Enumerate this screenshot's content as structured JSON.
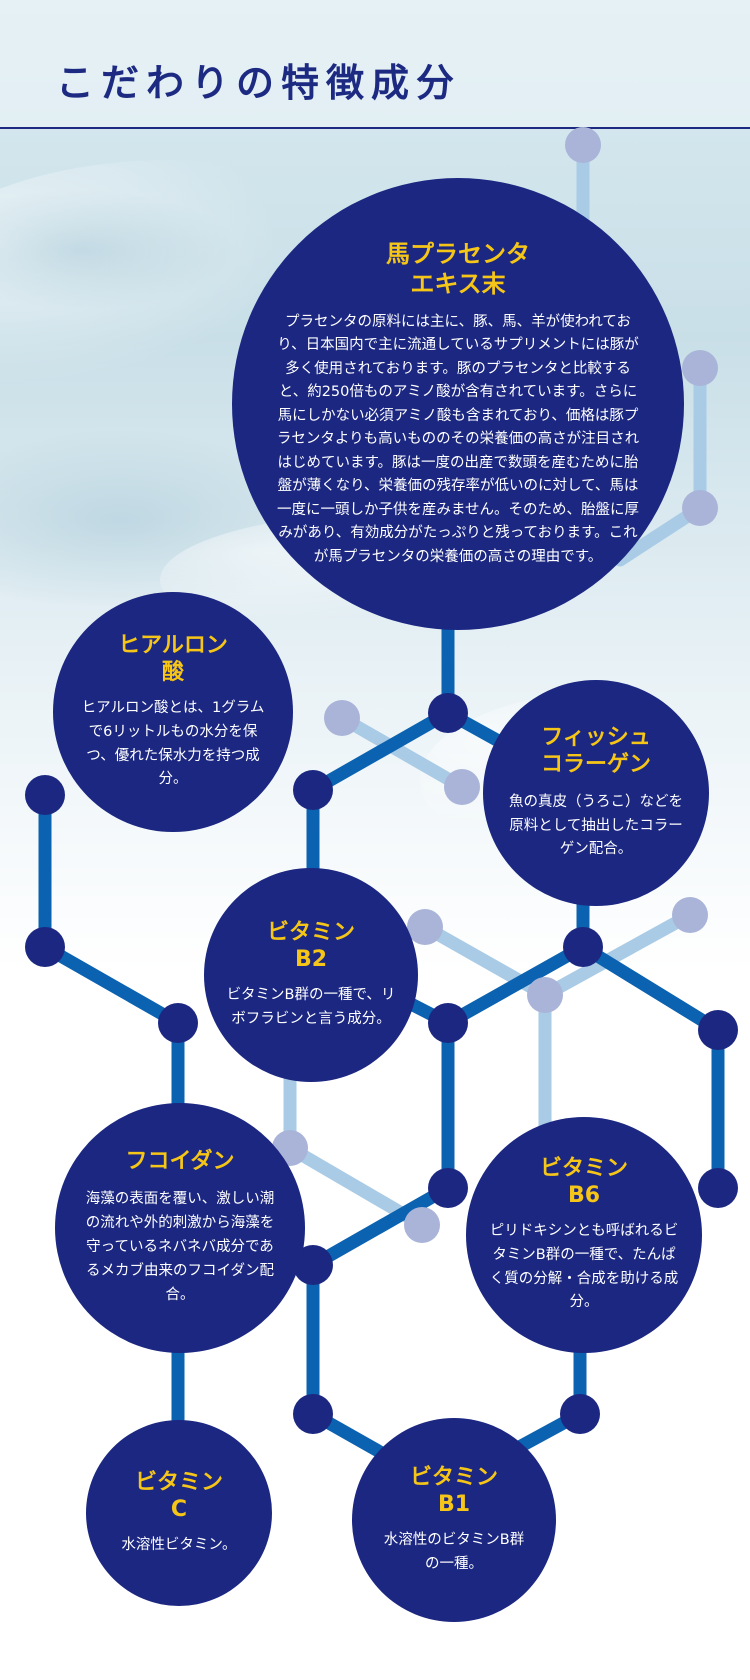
{
  "header": {
    "title": "こだわりの特徴成分"
  },
  "ingredients": [
    {
      "id": "horse-placenta",
      "name_lines": [
        "馬プラセンタ",
        "エキス末"
      ],
      "description": "プラセンタの原料には主に、豚、馬、羊が使われており、日本国内で主に流通しているサプリメントには豚が多く使用されております。豚のプラセンタと比較すると、約250倍ものアミノ酸が含有されています。さらに馬にしかない必須アミノ酸も含まれており、価格は豚プラセンタよりも高いもののその栄養価の高さが注目されはじめています。豚は一度の出産で数頭を産むために胎盤が薄くなり、栄養価の残存率が低いのに対して、馬は一度に一頭しか子供を産みません。そのため、胎盤に厚みがあり、有効成分がたっぷりと残っております。これが馬プラセンタの栄養価の高さの理由です。"
    },
    {
      "id": "hyaluronic-acid",
      "name_lines": [
        "ヒアルロン",
        "酸"
      ],
      "description": "ヒアルロン酸とは、1グラムで6リットルもの水分を保つ、優れた保水力を持つ成分。"
    },
    {
      "id": "fish-collagen",
      "name_lines": [
        "フィッシュ",
        "コラーゲン"
      ],
      "description": "魚の真皮（うろこ）などを原料として抽出したコラーゲン配合。"
    },
    {
      "id": "vitamin-b2",
      "name_lines": [
        "ビタミン",
        "B2"
      ],
      "description": "ビタミンB群の一種で、リボフラビンと言う成分。"
    },
    {
      "id": "fucoidan",
      "name_lines": [
        "フコイダン"
      ],
      "description": "海藻の表面を覆い、激しい潮の流れや外的刺激から海藻を守っているネバネバ成分であるメカブ由来のフコイダン配合。"
    },
    {
      "id": "vitamin-b6",
      "name_lines": [
        "ビタミン",
        "B6"
      ],
      "description": "ピリドキシンとも呼ばれるビタミンB群の一種で、たんぱく質の分解・合成を助ける成分。"
    },
    {
      "id": "vitamin-c",
      "name_lines": [
        "ビタミン",
        "C"
      ],
      "description": "水溶性ビタミン。"
    },
    {
      "id": "vitamin-b1",
      "name_lines": [
        "ビタミン",
        "B1"
      ],
      "description": "水溶性のビタミンB群の一種。"
    }
  ],
  "colors": {
    "circle": "#1b2781",
    "title_text": "#1d2a82",
    "name_text": "#f5c518",
    "bond_primary": "#0b62b0",
    "bond_light": "#a9cbe6",
    "node_dark": "#1b2781",
    "node_light": "#a9b4d8"
  }
}
